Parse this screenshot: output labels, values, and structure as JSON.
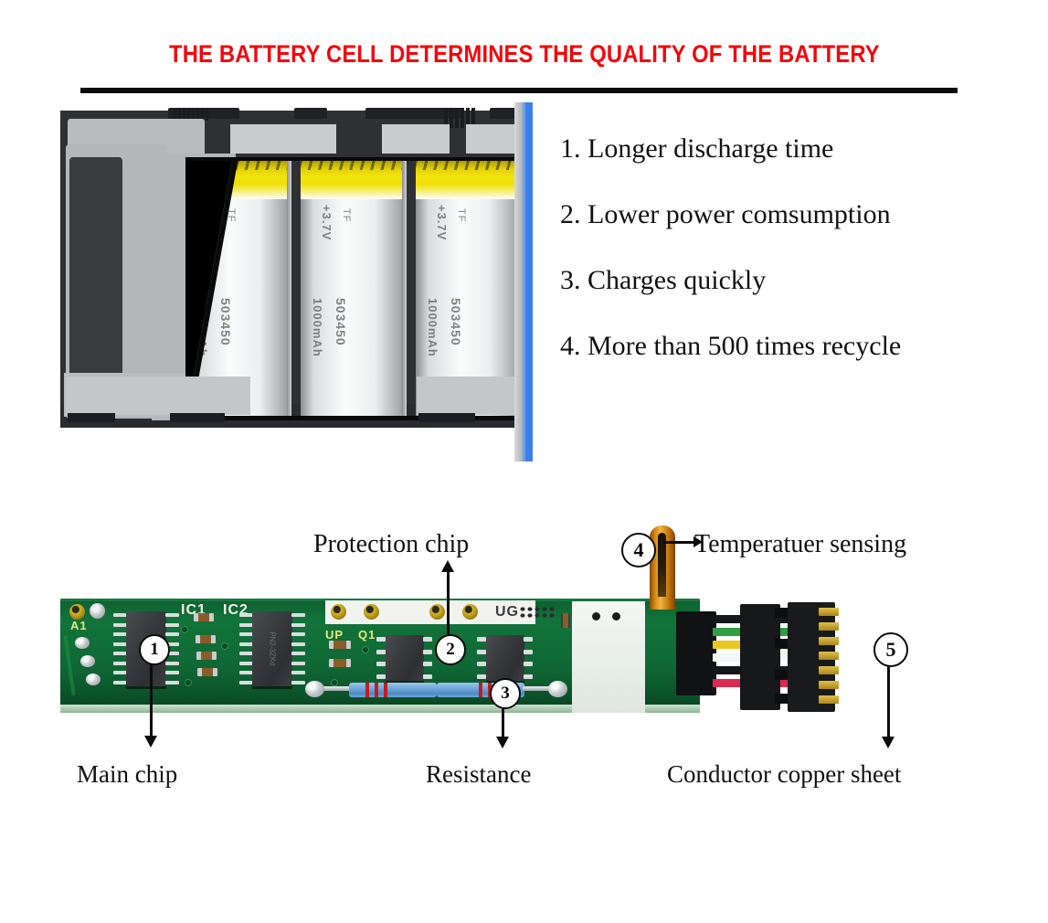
{
  "title": {
    "text": "THE BATTERY CELL DETERMINES THE QUALITY OF THE BATTERY",
    "color": "#f5030b"
  },
  "features": [
    "1. Longer discharge time",
    "2. Lower power comsumption",
    "3. Charges quickly",
    "4. More than 500 times recycle"
  ],
  "battery": {
    "cell_count": 3,
    "cell_labels": {
      "voltage": "+3.7V",
      "brand": "TF",
      "capacity": "1000mAh",
      "model": "503450"
    },
    "accent_bar_color": "#3c7fe8",
    "case_color": "#2f3033",
    "foil_color": "#f2e40c"
  },
  "pcb": {
    "silkscreen": [
      {
        "text": "A1",
        "color": "#e6e87a"
      },
      {
        "text": "IC1",
        "color": "#f2f4e8"
      },
      {
        "text": "IC2",
        "color": "#f2f4e8"
      },
      {
        "text": "UP",
        "color": "#e6e87a"
      },
      {
        "text": "Q1",
        "color": "#e6e87a"
      },
      {
        "text": "UG",
        "color": "#f2f4e8"
      }
    ],
    "ic_marking": "PN2-3ZKd",
    "board_color": "#0f6834",
    "markers": [
      "1",
      "2",
      "3",
      "4",
      "5"
    ]
  },
  "callouts": {
    "protection_chip": "Protection chip",
    "temperature_sensing": "Temperatuer sensing",
    "temperature_marker": "4",
    "main_chip": "Main chip",
    "resistance": "Resistance",
    "conductor_copper_sheet": "Conductor copper sheet",
    "copper_marker": "5"
  },
  "wires": [
    {
      "name": "wire-black-1",
      "color": "#151618"
    },
    {
      "name": "wire-green",
      "color": "#2f9e44"
    },
    {
      "name": "wire-yellow",
      "color": "#e9c81f"
    },
    {
      "name": "wire-white",
      "color": "#f4f5f6"
    },
    {
      "name": "wire-black-2",
      "color": "#151618"
    },
    {
      "name": "wire-red",
      "color": "#d82a52"
    }
  ]
}
